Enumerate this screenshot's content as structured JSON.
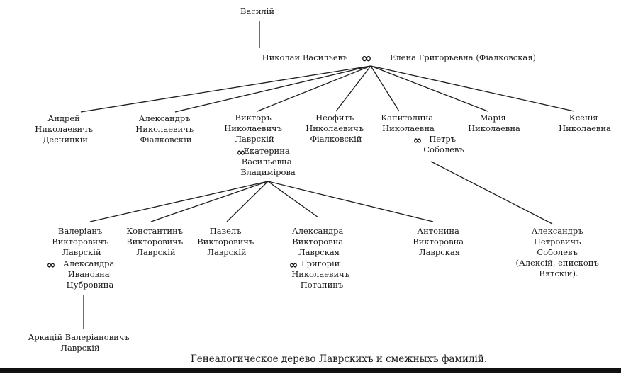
{
  "persons": {
    "vasily": [
      "Василій"
    ],
    "nikolai": [
      "Николай Васильевъ"
    ],
    "elena": [
      "Елена Григорьевна (Фіалковская)"
    ],
    "andrei": [
      "Андрей",
      "Николаевичъ",
      "Десницкій"
    ],
    "aleksandr_n": [
      "Александръ",
      "Николаевичъ",
      "Фіалковскій"
    ],
    "viktor": [
      "Викторъ",
      "Николаевичъ",
      "Лаврскій"
    ],
    "ekaterina": [
      "Екатерина",
      "Васильевна",
      "Владимірова"
    ],
    "neofit": [
      "Неофитъ",
      "Николаевичъ",
      "Фіалковскій"
    ],
    "kapitolina": [
      "Капитолина",
      "Николаевна"
    ],
    "petr": [
      "Петръ",
      "Соболевъ"
    ],
    "maria": [
      "Марія",
      "Николаевна"
    ],
    "ksenia": [
      "Ксенія",
      "Николаевна"
    ],
    "valerian": [
      "Валеріанъ",
      "Викторовичъ",
      "Лаврскій"
    ],
    "aleksandra_i": [
      "Александра",
      "Ивановна",
      "Цубровина"
    ],
    "konstantin": [
      "Константинъ",
      "Викторовичъ",
      "Лаврскій"
    ],
    "pavel": [
      "Павелъ",
      "Викторовичъ",
      "Лаврскій"
    ],
    "aleksandra_v": [
      "Александра",
      "Викторовна",
      "Лаврская"
    ],
    "grigory": [
      "Григорій",
      "Николаевичъ",
      "Потапинъ"
    ],
    "antonina": [
      "Антонина",
      "Викторовна",
      "Лаврская"
    ],
    "aleksandr_p": [
      "Александръ",
      "Петровичъ",
      "Соболевъ",
      "(Алексій, епископъ",
      "Вятскій)."
    ],
    "arkady": [
      "Аркадій Валеріановичъ",
      "Лаврскій"
    ]
  },
  "marriage_symbol": "∞",
  "caption": "Генеалогическое дерево Лаврскихъ и смежныхъ фамилій."
}
